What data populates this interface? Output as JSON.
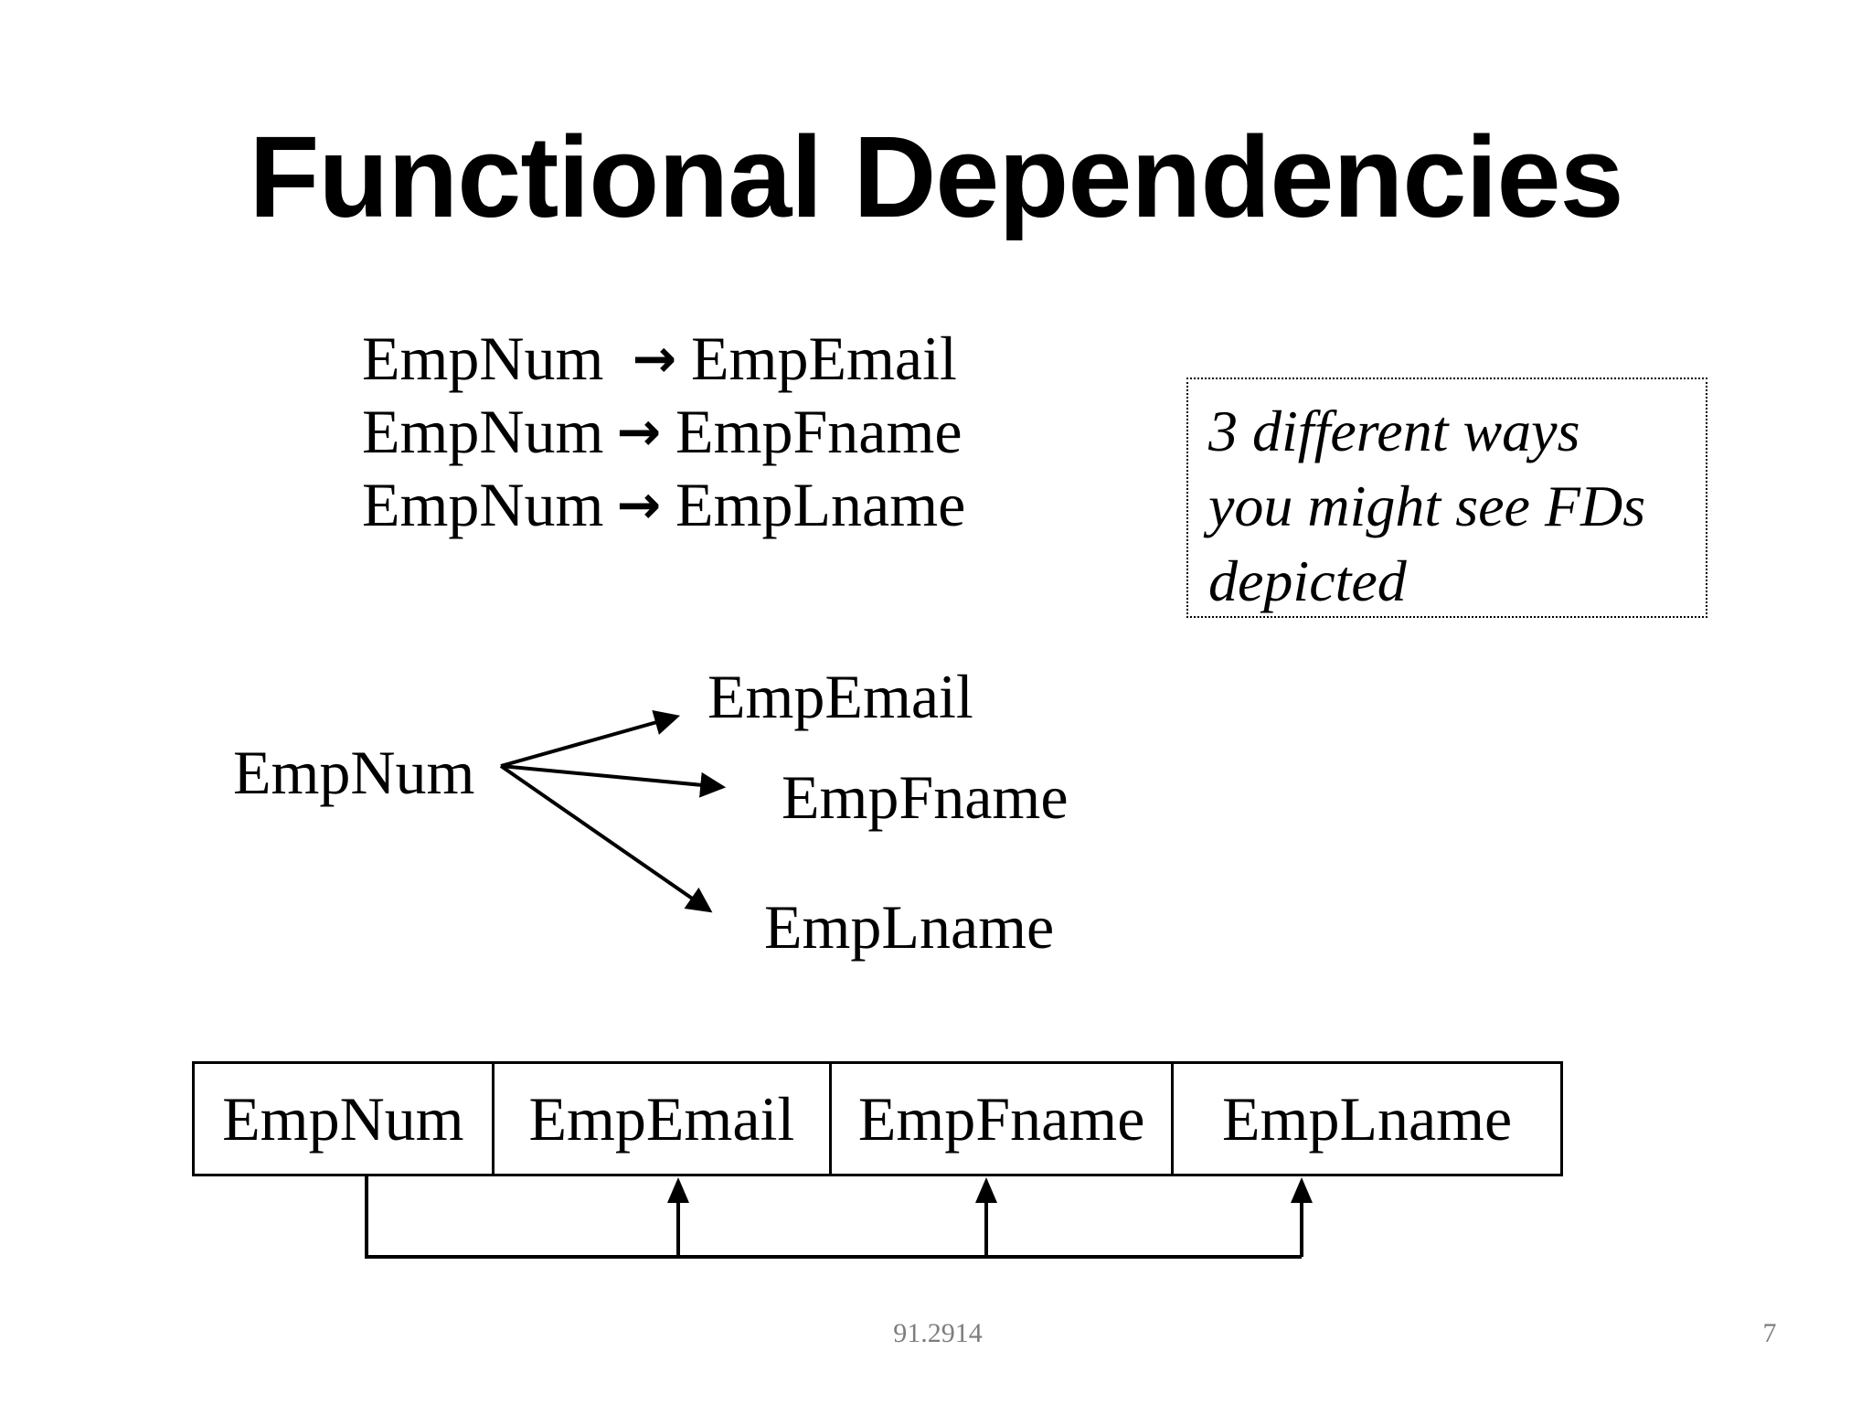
{
  "slide": {
    "title": "Functional Dependencies",
    "arrow_glyph": "→",
    "fd_list": [
      {
        "lhs": "EmpNum ",
        "rhs": "EmpEmail"
      },
      {
        "lhs": "EmpNum",
        "rhs": "EmpFname"
      },
      {
        "lhs": "EmpNum",
        "rhs": "EmpLname"
      }
    ],
    "note_box": {
      "lines": [
        "3 different ways",
        "you might see FDs",
        "depicted"
      ]
    },
    "diagram": {
      "source": "EmpNum",
      "targets": [
        "EmpEmail",
        "EmpFname",
        "EmpLname"
      ]
    },
    "table": {
      "columns": [
        "EmpNum",
        "EmpEmail",
        "EmpFname",
        "EmpLname"
      ]
    },
    "footer": {
      "course": "91.2914",
      "page": "7"
    },
    "colors": {
      "text": "#000000",
      "footer_text": "#7d7d7d",
      "background": "#ffffff"
    }
  }
}
